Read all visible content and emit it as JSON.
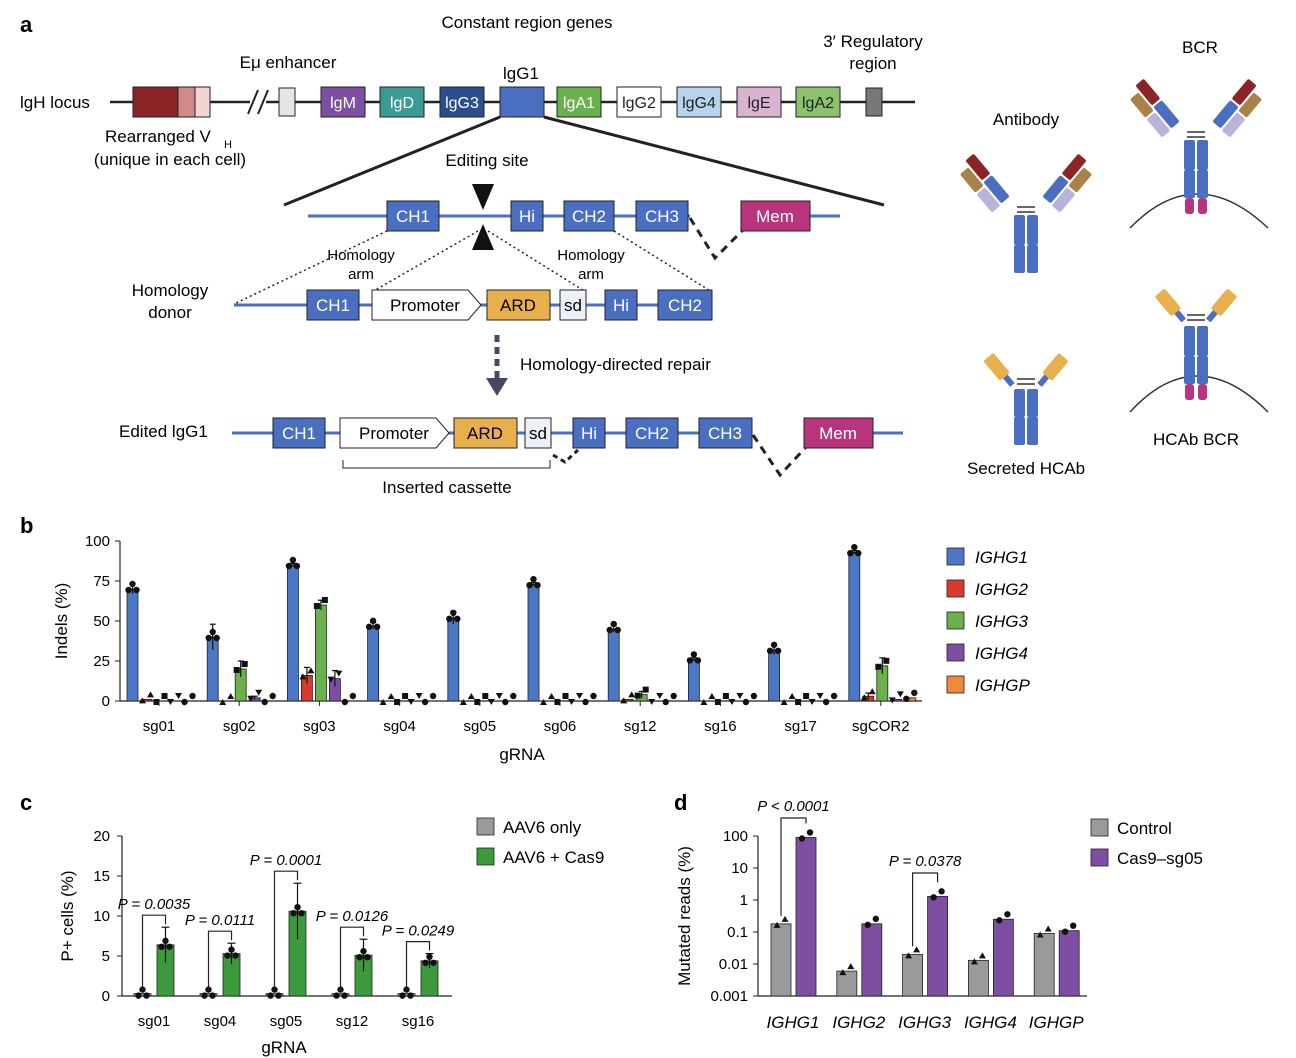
{
  "panel_labels": {
    "a": "a",
    "b": "b",
    "c": "c",
    "d": "d"
  },
  "panel_a": {
    "constant_region_title": "Constant region genes",
    "locus_label": "lgH locus",
    "eu_enhancer": "Eμ enhancer",
    "igg1_label": "lgG1",
    "regulatory_line1": "3′ Regulatory",
    "regulatory_line2": "region",
    "rearranged_line1": "Rearranged V",
    "rearranged_sub": "H",
    "rearranged_line2": "(unique in each cell)",
    "genes": [
      "lgM",
      "lgD",
      "lgG3",
      "lgA1",
      "lgG2",
      "lgG4",
      "lgE",
      "lgA2"
    ],
    "editing_site": "Editing site",
    "homology_arm_line1": "Homology",
    "homology_arm_line2": "arm",
    "homology_donor_line1": "Homology",
    "homology_donor_line2": "donor",
    "hdr_label": "Homology-directed repair",
    "edited_label": "Edited lgG1",
    "inserted_cassette": "Inserted cassette",
    "exon": {
      "ch1": "CH1",
      "hi": "Hi",
      "ch2": "CH2",
      "ch3": "CH3",
      "mem": "Mem",
      "promoter": "Promoter",
      "ard": "ARD",
      "sd": "sd"
    },
    "antibody": "Antibody",
    "bcr": "BCR",
    "secreted_hcab": "Secreted HCAb",
    "hcab_bcr": "HCAb BCR",
    "colors": {
      "blue": "#4a6fc1",
      "navy": "#2b4e8c",
      "purple": "#7e4ea3",
      "teal": "#3a9a94",
      "green": "#6ab04c",
      "pink": "#b8357e",
      "orange": "#e8b04c",
      "darkred": "#8b2426",
      "tan": "#a88248",
      "lavender": "#b9b3dc",
      "lightblue": "#b7d4ee",
      "lightpink": "#d9b3d0"
    }
  },
  "chart_data": [
    {
      "id": "b",
      "type": "bar",
      "ylabel": "Indels (%)",
      "xlabel": "gRNA",
      "ylim": [
        0,
        100
      ],
      "yticks": [
        "0",
        "25",
        "50",
        "75",
        "100"
      ],
      "categories": [
        "sg01",
        "sg02",
        "sg03",
        "sg04",
        "sg05",
        "sg06",
        "sg12",
        "sg16",
        "sg17",
        "sgCOR2"
      ],
      "series": [
        {
          "name": "IGHG1",
          "color": "#4a78c6",
          "values": [
            70,
            40,
            85,
            47,
            52,
            73,
            45,
            26,
            32,
            93
          ],
          "errors": [
            3,
            8,
            1,
            2,
            4,
            1,
            2,
            1,
            3,
            1
          ]
        },
        {
          "name": "IGHG2",
          "color": "#d83a2e",
          "values": [
            1,
            0,
            16,
            0,
            0,
            0,
            1,
            0,
            0,
            3
          ],
          "errors": [
            0,
            0,
            5,
            0,
            0,
            0,
            0,
            0,
            0,
            2
          ]
        },
        {
          "name": "IGHG3",
          "color": "#6ab04c",
          "values": [
            0,
            20,
            60,
            0,
            0,
            0,
            4,
            0,
            0,
            22
          ],
          "errors": [
            0,
            5,
            3,
            0,
            0,
            0,
            2,
            0,
            0,
            5
          ]
        },
        {
          "name": "IGHG4",
          "color": "#7e4ea3",
          "values": [
            0,
            2,
            14,
            0,
            0,
            0,
            0,
            0,
            0,
            1
          ],
          "errors": [
            0,
            1,
            5,
            0,
            0,
            0,
            0,
            0,
            0,
            0
          ]
        },
        {
          "name": "IGHGP",
          "color": "#ee8a3a",
          "values": [
            0,
            0,
            0,
            0,
            0,
            0,
            0,
            0,
            0,
            2
          ],
          "errors": [
            0,
            0,
            0,
            0,
            0,
            0,
            0,
            0,
            0,
            0
          ]
        }
      ]
    },
    {
      "id": "c",
      "type": "bar",
      "ylabel": "P+ cells (%)",
      "xlabel": "gRNA",
      "ylim": [
        0,
        20
      ],
      "yticks": [
        "0",
        "5",
        "10",
        "15",
        "20"
      ],
      "categories": [
        "sg01",
        "sg04",
        "sg05",
        "sg12",
        "sg16"
      ],
      "series": [
        {
          "name": "AAV6 only",
          "color": "#9a9a9a",
          "values": [
            0.3,
            0.3,
            0.3,
            0.3,
            0.3
          ]
        },
        {
          "name": "AAV6 + Cas9",
          "color": "#3c9a3c",
          "values": [
            6.4,
            5.3,
            10.6,
            5.1,
            4.4
          ],
          "errors": [
            2.2,
            1.3,
            3.5,
            2.0,
            0.9
          ]
        }
      ],
      "p_values": [
        "P = 0.0035",
        "P = 0.0111",
        "P = 0.0001",
        "P = 0.0126",
        "P = 0.0249"
      ]
    },
    {
      "id": "d",
      "type": "bar",
      "yscale": "log",
      "ylabel": "Mutated reads (%)",
      "ylim": [
        0.001,
        100
      ],
      "yticks": [
        "0.001",
        "0.01",
        "0.1",
        "1",
        "10",
        "100"
      ],
      "categories": [
        "IGHG1",
        "IGHG2",
        "IGHG3",
        "IGHG4",
        "IGHGP"
      ],
      "series": [
        {
          "name": "Control",
          "color": "#9a9a9a",
          "values": [
            0.18,
            0.006,
            0.02,
            0.013,
            0.09
          ]
        },
        {
          "name": "Cas9–sg05",
          "color": "#7e4ea3",
          "values": [
            90,
            0.18,
            1.3,
            0.25,
            0.11
          ]
        }
      ],
      "p_values": [
        "P < 0.0001",
        "P = 0.0378"
      ]
    }
  ]
}
